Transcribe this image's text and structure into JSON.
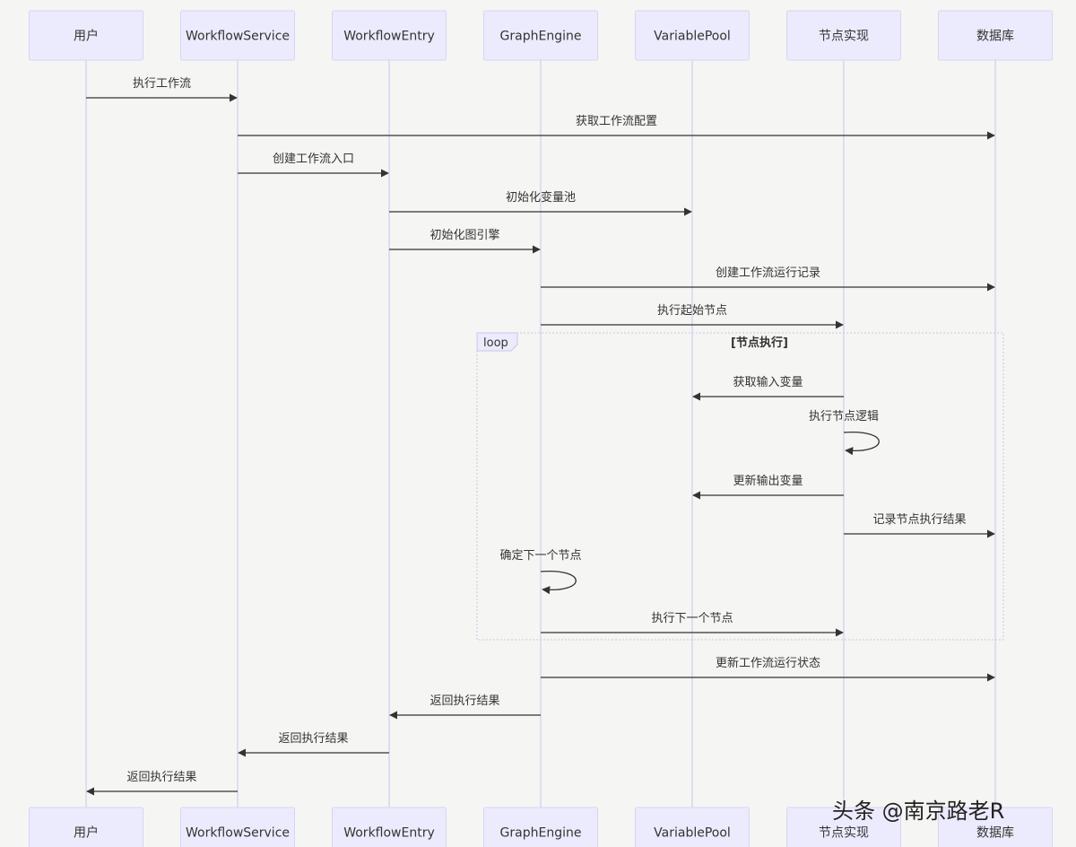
{
  "actors": [
    {
      "id": "user",
      "label": "用户"
    },
    {
      "id": "ws",
      "label": "WorkflowService"
    },
    {
      "id": "we",
      "label": "WorkflowEntry"
    },
    {
      "id": "ge",
      "label": "GraphEngine"
    },
    {
      "id": "vp",
      "label": "VariablePool"
    },
    {
      "id": "node",
      "label": "节点实现"
    },
    {
      "id": "db",
      "label": "数据库"
    }
  ],
  "messages": [
    {
      "from": "user",
      "to": "ws",
      "label": "执行工作流"
    },
    {
      "from": "ws",
      "to": "db",
      "label": "获取工作流配置"
    },
    {
      "from": "ws",
      "to": "we",
      "label": "创建工作流入口"
    },
    {
      "from": "we",
      "to": "vp",
      "label": "初始化变量池"
    },
    {
      "from": "we",
      "to": "ge",
      "label": "初始化图引擎"
    },
    {
      "from": "ge",
      "to": "db",
      "label": "创建工作流运行记录"
    },
    {
      "from": "ge",
      "to": "node",
      "label": "执行起始节点"
    },
    {
      "from": "node",
      "to": "vp",
      "label": "获取输入变量"
    },
    {
      "from": "node",
      "to": "node",
      "label": "执行节点逻辑"
    },
    {
      "from": "node",
      "to": "vp",
      "label": "更新输出变量"
    },
    {
      "from": "node",
      "to": "db",
      "label": "记录节点执行结果"
    },
    {
      "from": "ge",
      "to": "ge",
      "label": "确定下一个节点"
    },
    {
      "from": "ge",
      "to": "node",
      "label": "执行下一个节点"
    },
    {
      "from": "ge",
      "to": "db",
      "label": "更新工作流运行状态"
    },
    {
      "from": "ge",
      "to": "we",
      "label": "返回执行结果"
    },
    {
      "from": "we",
      "to": "ws",
      "label": "返回执行结果"
    },
    {
      "from": "ws",
      "to": "user",
      "label": "返回执行结果"
    }
  ],
  "loop": {
    "keyword": "loop",
    "condition": "[节点执行]"
  },
  "watermark": "头条 @南京路老R"
}
